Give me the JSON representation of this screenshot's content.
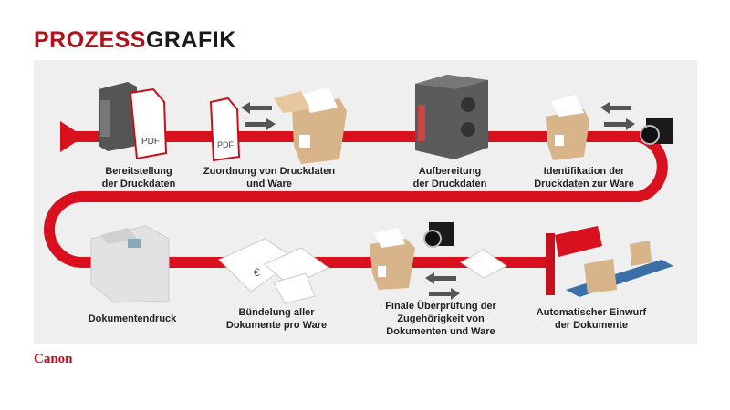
{
  "title": {
    "part1": "PROZESS",
    "part2": "GRAFIK"
  },
  "colors": {
    "accent": "#d9101e",
    "title_red": "#b0111b",
    "panel": "#efefef"
  },
  "steps": [
    {
      "label": "Bereitstellung der Druckdaten",
      "icon": "server-pdf-icon"
    },
    {
      "label": "Zuordnung von Druckdaten und Ware",
      "icon": "pdf-box-icon",
      "pdf_text": "PDF"
    },
    {
      "label": "Aufbereitung der Druckdaten",
      "icon": "server-icon"
    },
    {
      "label": "Identifikation der Druckdaten zur Ware",
      "icon": "box-camera-icon"
    },
    {
      "label": "Dokumentendruck",
      "icon": "printer-icon"
    },
    {
      "label": "Bündelung aller Dokumente pro Ware",
      "icon": "documents-icon"
    },
    {
      "label": "Finale Überprüfung der Zugehörigkeit von Dokumenten und Ware",
      "icon": "box-camera-icon"
    },
    {
      "label": "Automatischer Einwurf der Dokumente",
      "icon": "conveyor-icon"
    }
  ],
  "labels_lines": {
    "s1": [
      "Bereitstellung",
      "der Druckdaten"
    ],
    "s2": [
      "Zuordnung von Druckdaten",
      "und Ware"
    ],
    "s3": [
      "Aufbereitung",
      "der Druckdaten"
    ],
    "s4": [
      "Identifikation der",
      "Druckdaten zur Ware"
    ],
    "s5": [
      "Dokumentendruck"
    ],
    "s6": [
      "Bündelung aller",
      "Dokumente pro Ware"
    ],
    "s7": [
      "Finale Überprüfung der",
      "Zugehörigkeit von",
      "Dokumenten und Ware"
    ],
    "s8": [
      "Automatischer Einwurf",
      "der Dokumente"
    ]
  },
  "pdf_text": "PDF",
  "brand": "Canon"
}
